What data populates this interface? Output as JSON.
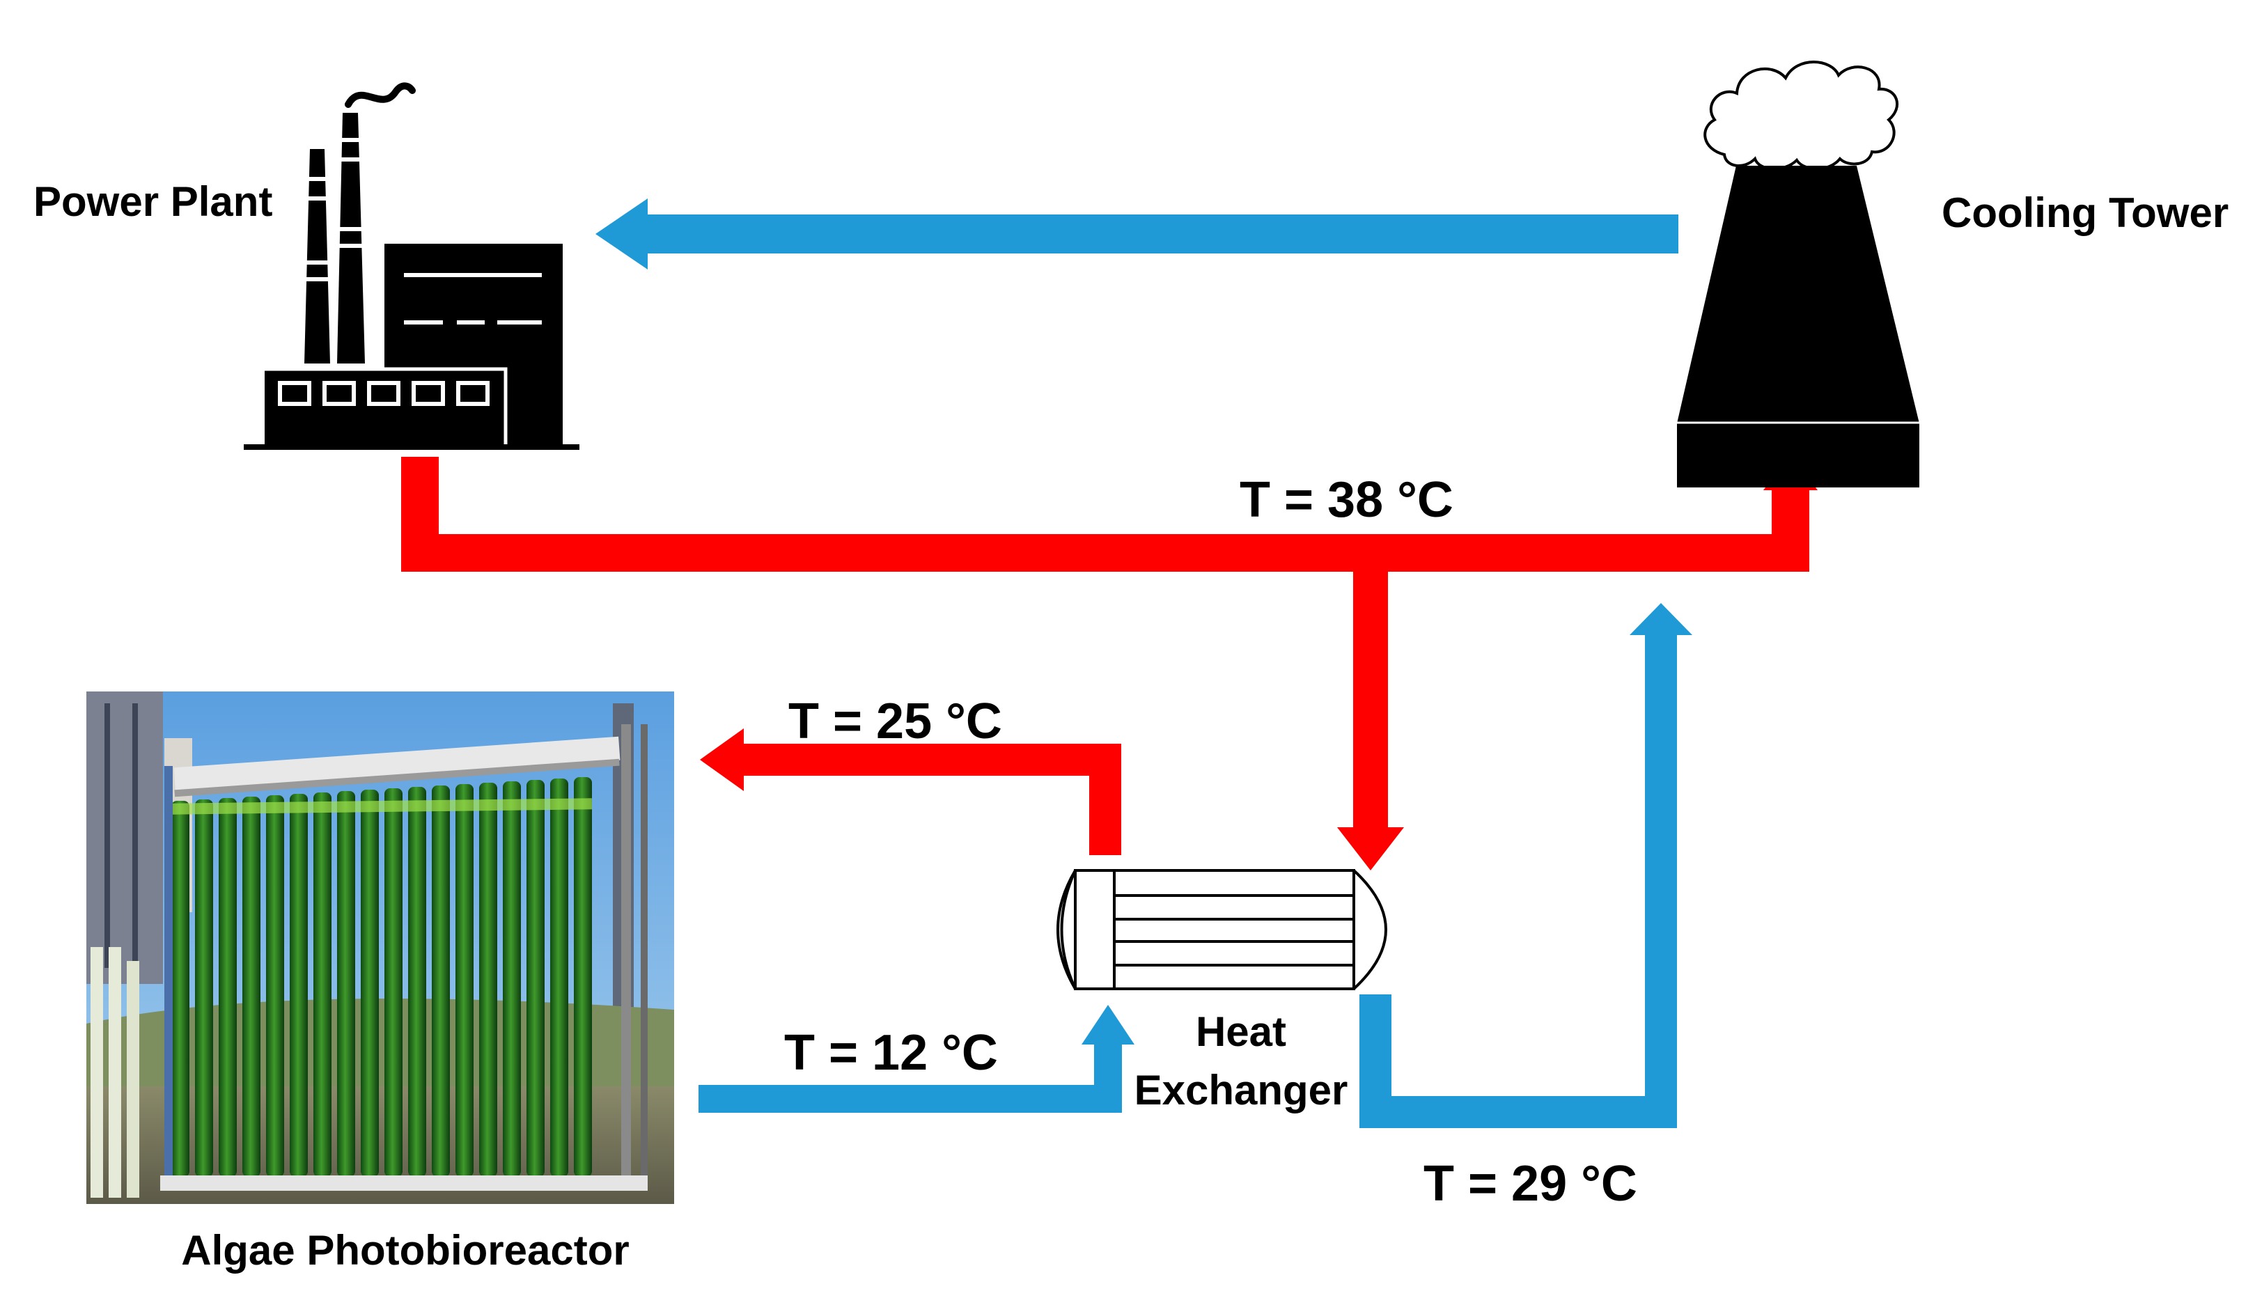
{
  "labels": {
    "power_plant": "Power Plant",
    "cooling_tower": "Cooling Tower",
    "heat_exchanger_line1": "Heat",
    "heat_exchanger_line2": "Exchanger",
    "photobioreactor": "Algae Photobioreactor",
    "temp_38": "T = 38 °C",
    "temp_25": "T = 25 °C",
    "temp_12": "T = 12 °C",
    "temp_29": "T = 29 °C"
  },
  "colors": {
    "hot_flow": "#ff0000",
    "cold_flow": "#1f9ad6",
    "building": "#000000",
    "tube_green": "#1f6b1c",
    "sky": "#6aaee6"
  },
  "icons": {
    "power_plant": "factory-icon",
    "cooling_tower": "cooling-tower-icon",
    "heat_exchanger": "shell-and-tube-heat-exchanger-icon",
    "photobioreactor": "algae-tube-photobioreactor-photo"
  }
}
